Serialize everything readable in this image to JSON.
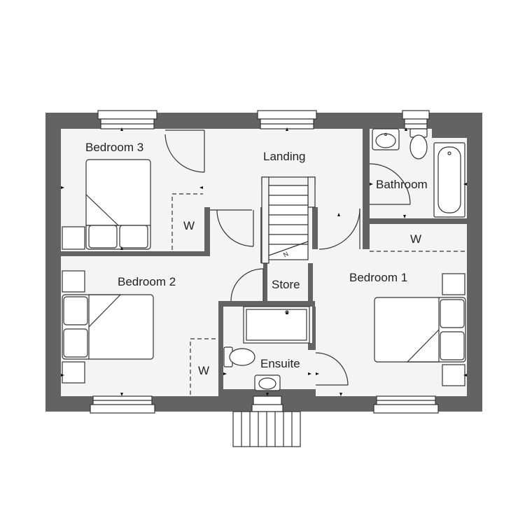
{
  "plan": {
    "colors": {
      "wall": "#636363",
      "floor": "#f4f4f4",
      "line": "#333333",
      "background": "#ffffff"
    },
    "rooms": {
      "bedroom3": "Bedroom 3",
      "landing": "Landing",
      "bathroom": "Bathroom",
      "bedroom2": "Bedroom 2",
      "store": "Store",
      "bedroom1": "Bedroom 1",
      "ensuite": "Ensuite"
    },
    "wardrobes": {
      "bedroom3": "W",
      "bedroom1": "W",
      "bedroom2": "W"
    },
    "stair_direction": "N"
  }
}
